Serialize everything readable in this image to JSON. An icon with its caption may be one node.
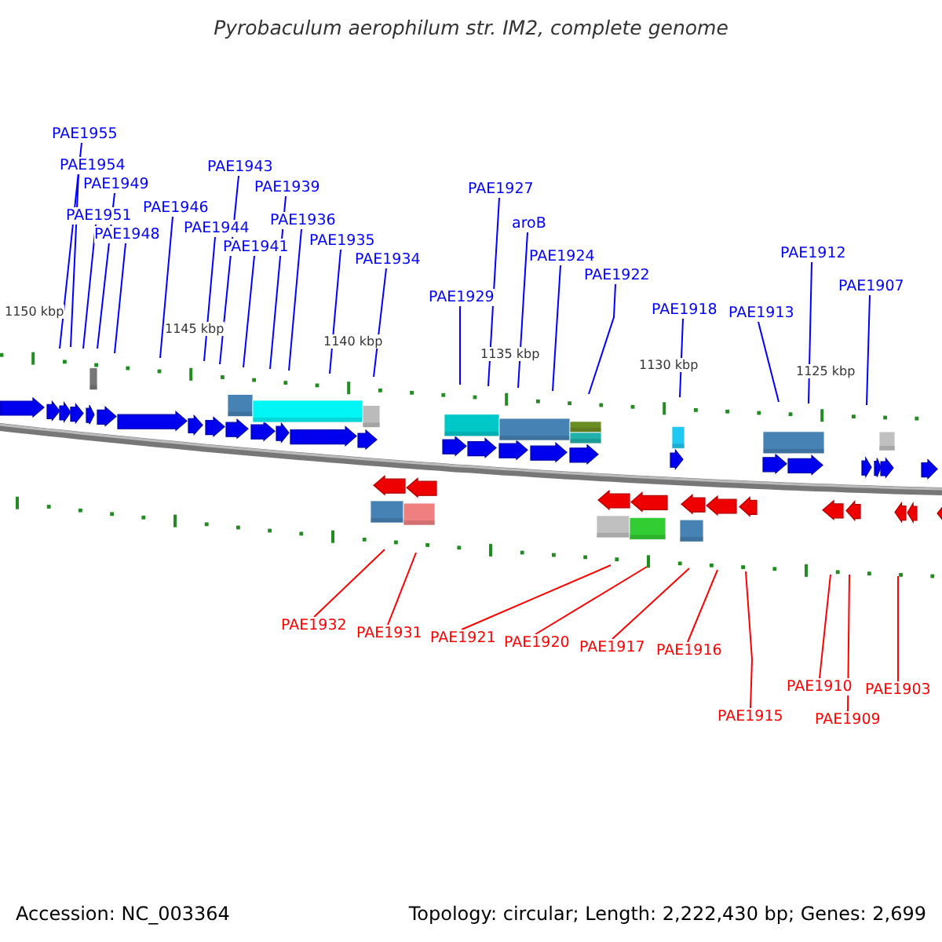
{
  "diagram": {
    "title": "Pyrobaculum aerophilum str. IM2, complete genome",
    "nodes": [
      {
        "text": [
          "PAE1955"
        ]
      },
      {
        "text": [
          "PAE1954"
        ]
      },
      {
        "text": [
          "PAE1949"
        ]
      },
      {
        "text": [
          "PAE1951"
        ]
      },
      {
        "text": [
          "PAE1948"
        ]
      },
      {
        "text": [
          "PAE1946"
        ]
      },
      {
        "text": [
          "PAE1943"
        ]
      },
      {
        "text": [
          "PAE1944"
        ]
      },
      {
        "text": [
          "PAE1939"
        ]
      },
      {
        "text": [
          "PAE1941"
        ]
      },
      {
        "text": [
          "PAE1936"
        ]
      },
      {
        "text": [
          "PAE1935"
        ]
      },
      {
        "text": [
          "PAE1934"
        ]
      },
      {
        "text": [
          "PAE1929"
        ]
      },
      {
        "text": [
          "PAE1927"
        ]
      },
      {
        "text": [
          "aroB"
        ]
      },
      {
        "text": [
          "PAE1924"
        ]
      },
      {
        "text": [
          "PAE1922"
        ]
      },
      {
        "text": [
          "PAE1918"
        ]
      },
      {
        "text": [
          "PAE1913"
        ]
      },
      {
        "text": [
          "PAE1912"
        ]
      },
      {
        "text": [
          "PAE1907"
        ]
      },
      {
        "text": [
          "PAE1932"
        ]
      },
      {
        "text": [
          "PAE1931"
        ]
      },
      {
        "text": [
          "PAE1921"
        ]
      },
      {
        "text": [
          "PAE1920"
        ]
      },
      {
        "text": [
          "PAE1917"
        ]
      },
      {
        "text": [
          "PAE1916"
        ]
      },
      {
        "text": [
          "PAE1915"
        ]
      },
      {
        "text": [
          "PAE1910"
        ]
      },
      {
        "text": [
          "PAE1909"
        ]
      },
      {
        "text": [
          "PAE1903"
        ]
      }
    ],
    "edges": [
      {
        "from": 0,
        "to": null,
        "arrow": "none"
      },
      {
        "from": 1,
        "to": null,
        "arrow": "none"
      },
      {
        "from": 2,
        "to": null,
        "arrow": "none"
      },
      {
        "from": 3,
        "to": null,
        "arrow": "none"
      },
      {
        "from": 4,
        "to": null,
        "arrow": "none"
      },
      {
        "from": 5,
        "to": null,
        "arrow": "none"
      },
      {
        "from": 6,
        "to": null,
        "arrow": "none"
      },
      {
        "from": 7,
        "to": null,
        "arrow": "none"
      },
      {
        "from": 8,
        "to": null,
        "arrow": "none"
      },
      {
        "from": 9,
        "to": null,
        "arrow": "none"
      },
      {
        "from": 10,
        "to": null,
        "arrow": "none"
      },
      {
        "from": 11,
        "to": null,
        "arrow": "none"
      },
      {
        "from": 12,
        "to": null,
        "arrow": "none"
      },
      {
        "from": 13,
        "to": null,
        "arrow": "none"
      },
      {
        "from": 14,
        "to": null,
        "arrow": "none"
      },
      {
        "from": 15,
        "to": null,
        "arrow": "none"
      },
      {
        "from": 16,
        "to": null,
        "arrow": "none"
      },
      {
        "from": 17,
        "to": null,
        "arrow": "none"
      },
      {
        "from": 18,
        "to": null,
        "arrow": "none"
      },
      {
        "from": 19,
        "to": null,
        "arrow": "none"
      },
      {
        "from": 20,
        "to": null,
        "arrow": "none"
      },
      {
        "from": 21,
        "to": null,
        "arrow": "none"
      },
      {
        "from": 22,
        "to": null,
        "arrow": "none",
        "color": "#ff0000"
      },
      {
        "from": 23,
        "to": null,
        "arrow": "none",
        "color": "#ff0000"
      },
      {
        "from": 24,
        "to": null,
        "arrow": "none",
        "color": "#ff0000"
      },
      {
        "from": 25,
        "to": null,
        "arrow": "none",
        "color": "#ff0000"
      },
      {
        "from": 26,
        "to": null,
        "arrow": "none",
        "color": "#ff0000"
      },
      {
        "from": 27,
        "to": null,
        "arrow": "none",
        "color": "#ff0000"
      },
      {
        "from": 28,
        "to": null,
        "arrow": "none",
        "color": "#ff0000"
      },
      {
        "from": 29,
        "to": null,
        "arrow": "none",
        "color": "#ff0000"
      },
      {
        "from": 30,
        "to": null,
        "arrow": "none",
        "color": "#ff0000"
      },
      {
        "from": 31,
        "to": null,
        "arrow": "none",
        "color": "#ff0000"
      }
    ],
    "labels": [
      "1150 kbp",
      "1145 kbp",
      "1140 kbp",
      "1135 kbp",
      "1130 kbp",
      "1125 kbp",
      "Accession: NC_003364",
      "Topology: circular; Length: 2,222,430 bp; Genes: 2,699"
    ]
  }
}
